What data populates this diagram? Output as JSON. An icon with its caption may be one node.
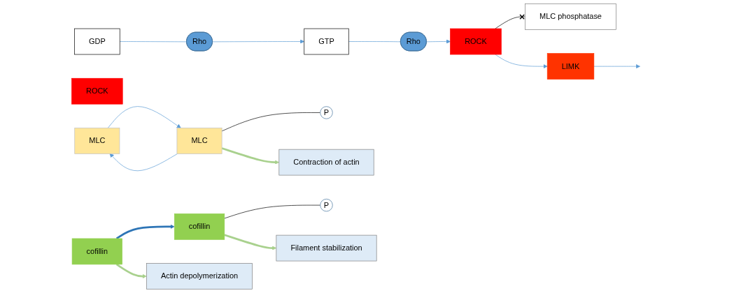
{
  "diagram": {
    "nodes": [
      {
        "text": [
          "GDP"
        ]
      },
      {
        "text": [
          "Rho"
        ]
      },
      {
        "text": [
          "GTP"
        ]
      },
      {
        "text": [
          "Rho"
        ]
      },
      {
        "text": [
          "ROCK"
        ]
      },
      {
        "text": [
          "ROCK"
        ]
      },
      {
        "text": [
          "MLC"
        ]
      },
      {
        "text": [
          "MLC"
        ]
      },
      {
        "text": [
          "P"
        ]
      },
      {
        "text": [
          "MLC phosphatase"
        ]
      },
      {
        "text": [
          "LIMK"
        ]
      },
      {
        "text": [
          "cofillin"
        ]
      },
      {
        "text": [
          "cofillin"
        ]
      },
      {
        "text": [
          "P"
        ]
      },
      {
        "text": [
          "Contraction of actin"
        ]
      },
      {
        "text": [
          "Actin depolymerization"
        ]
      },
      {
        "text": [
          "Filament stabilization"
        ]
      }
    ],
    "edges": [
      {
        "from": 0,
        "to": 1,
        "arrow": "none"
      },
      {
        "from": 1,
        "to": 2,
        "arrow": "to"
      },
      {
        "from": 2,
        "to": 3,
        "arrow": "none"
      },
      {
        "from": 3,
        "to": 4,
        "arrow": "to"
      },
      {
        "from": 4,
        "to": 9,
        "arrow": "other",
        "color": "#000000"
      },
      {
        "from": 6,
        "to": 7,
        "arrow": "to"
      },
      {
        "from": 7,
        "to": 6,
        "arrow": "to"
      },
      {
        "from": 7,
        "to": 8,
        "arrow": "none",
        "color": "#000000"
      },
      {
        "from": 7,
        "to": 14,
        "arrow": "to",
        "style": "thick",
        "color": "#a9d18e"
      },
      {
        "from": 4,
        "to": 10,
        "arrow": "to"
      },
      {
        "from": 10,
        "to": null,
        "arrow": "to"
      },
      {
        "from": 11,
        "to": 12,
        "arrow": "to",
        "style": "thick",
        "color": "#2e75b6"
      },
      {
        "from": 12,
        "to": 13,
        "arrow": "none",
        "color": "#000000"
      },
      {
        "from": 11,
        "to": 15,
        "arrow": "to",
        "style": "thick",
        "color": "#a9d18e"
      },
      {
        "from": 12,
        "to": 16,
        "arrow": "to",
        "style": "thick",
        "color": "#a9d18e"
      }
    ]
  }
}
